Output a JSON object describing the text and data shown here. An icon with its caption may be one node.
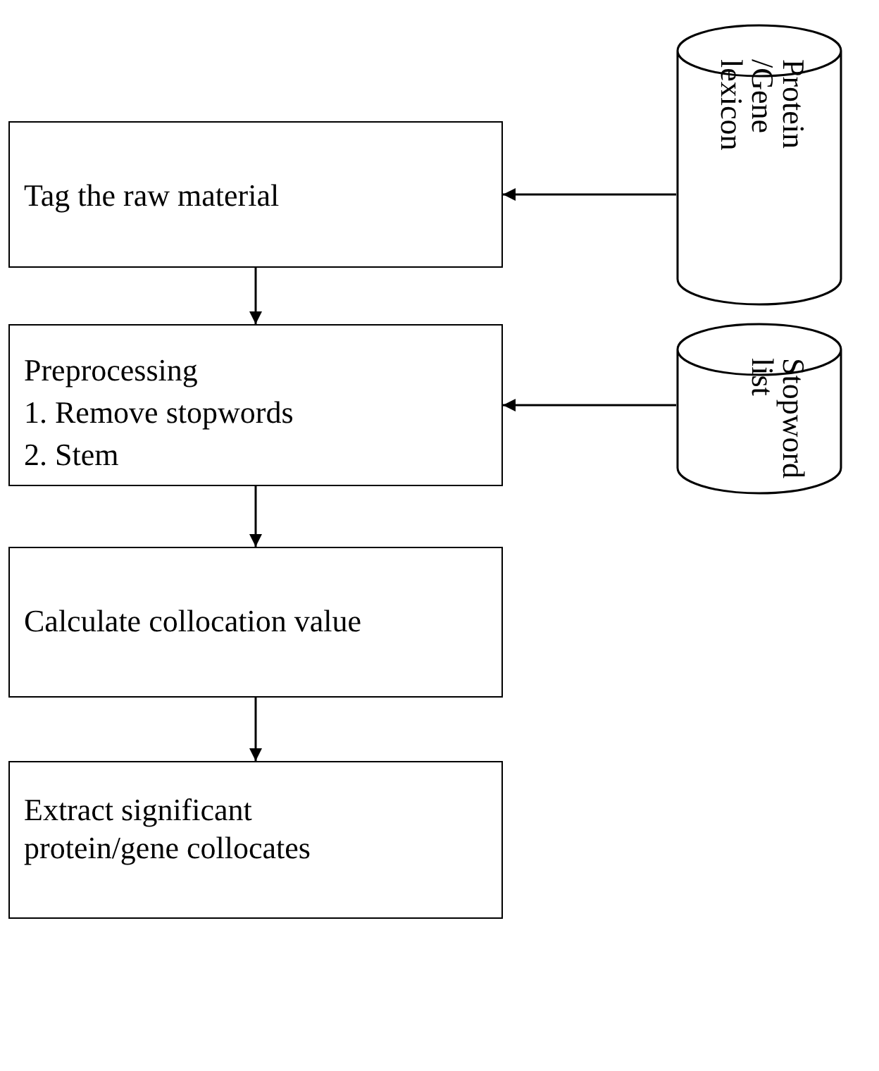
{
  "diagram": {
    "nodes": [
      {
        "text": [
          "Tag the raw material"
        ]
      },
      {
        "text": [
          "Preprocessing",
          "1. Remove stopwords",
          "2. Stem"
        ]
      },
      {
        "text": [
          "Calculate collocation value"
        ]
      },
      {
        "text": [
          "Extract significant protein/gene collocates"
        ]
      },
      {
        "text": [
          "Protein /Gene lexicon"
        ]
      },
      {
        "text": [
          "Stopword list"
        ]
      }
    ],
    "edges": [
      {
        "from": 4,
        "to": 0,
        "arrow": "to"
      },
      {
        "from": 0,
        "to": 1,
        "arrow": "to"
      },
      {
        "from": 5,
        "to": 1,
        "arrow": "to"
      },
      {
        "from": 1,
        "to": 2,
        "arrow": "to"
      },
      {
        "from": 2,
        "to": 3,
        "arrow": "to"
      }
    ]
  }
}
